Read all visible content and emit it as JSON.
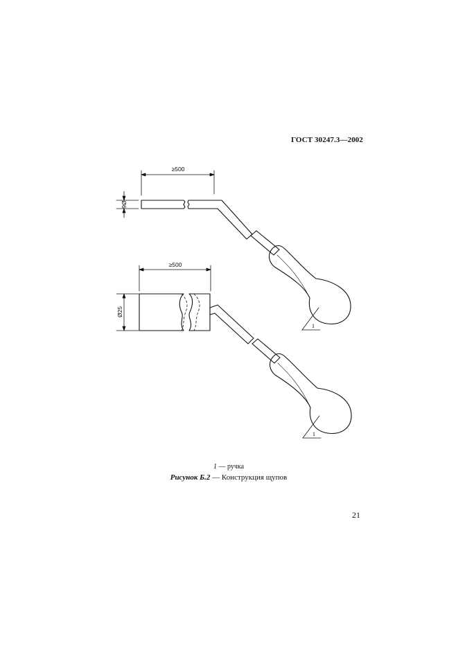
{
  "header": {
    "standard": "ГОСТ 30247.3—2002"
  },
  "figure": {
    "probe_thin": {
      "length_dim": "≥500",
      "diameter_dim": "Ø6",
      "callout": "1"
    },
    "probe_thick": {
      "length_dim": "≥500",
      "diameter_dim": "Ø25",
      "callout": "1"
    }
  },
  "legend": {
    "number": "1",
    "text": "— ручка"
  },
  "caption": {
    "label": "Рисунок Б.2",
    "text": "— Конструкция щупов"
  },
  "footer": {
    "page_number": "21"
  }
}
